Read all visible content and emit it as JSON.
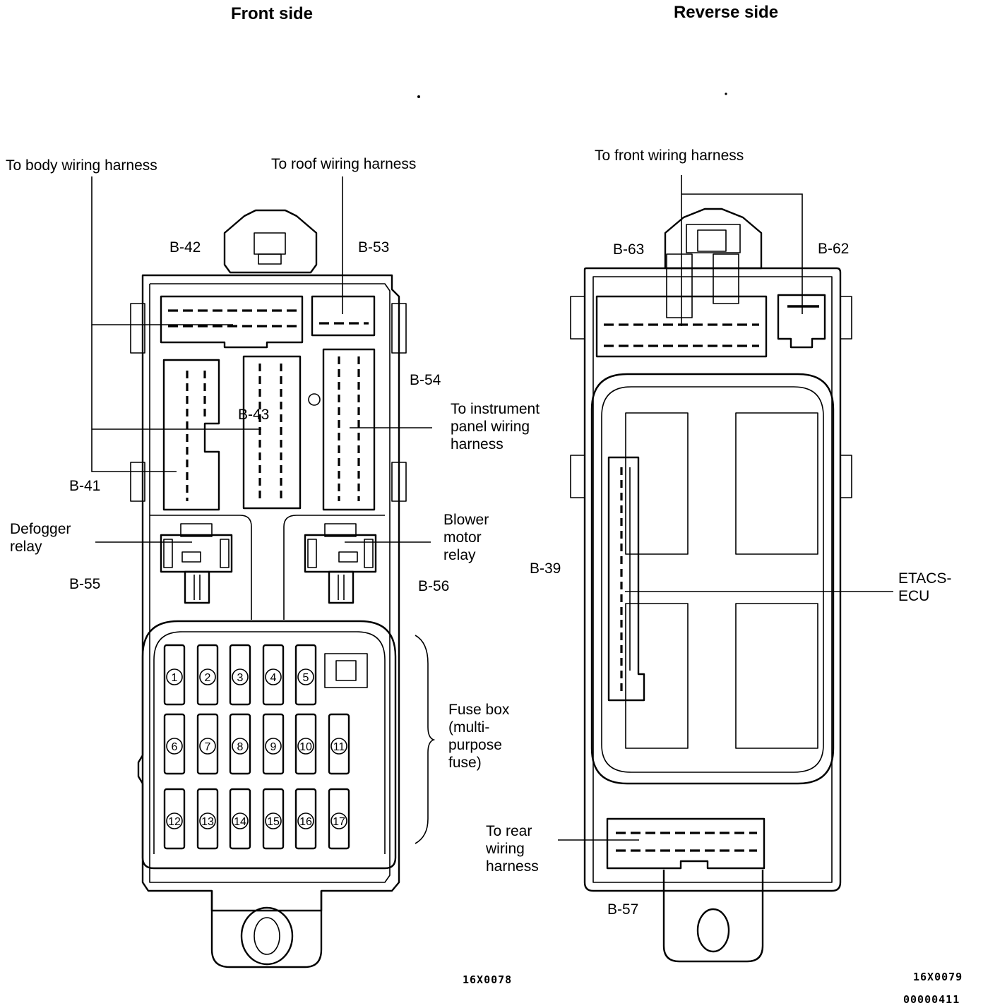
{
  "front": {
    "title": "Front side",
    "labels": {
      "body_harness": "To body wiring harness",
      "roof_harness": "To roof wiring harness",
      "instrument_line1": "To instrument",
      "instrument_line2": "panel   wiring",
      "instrument_line3": "harness",
      "defogger_line1": "Defogger",
      "defogger_line2": "relay",
      "blower_line1": "Blower",
      "blower_line2": "motor",
      "blower_line3": "relay",
      "fusebox_line1": "Fuse box",
      "fusebox_line2": "(multi-",
      "fusebox_line3": "purpose",
      "fusebox_line4": "fuse)"
    },
    "connectors": {
      "b42": "B-42",
      "b53": "B-53",
      "b54": "B-54",
      "b43": "B-43",
      "b41": "B-41",
      "b55": "B-55",
      "b56": "B-56"
    },
    "fuses": [
      "1",
      "2",
      "3",
      "4",
      "5",
      "6",
      "7",
      "8",
      "9",
      "10",
      "11",
      "12",
      "13",
      "14",
      "15",
      "16",
      "17"
    ],
    "figure_code": "16X0078"
  },
  "reverse": {
    "title": "Reverse side",
    "labels": {
      "front_harness": "To front wiring harness",
      "etacs_line1": "ETACS-",
      "etacs_line2": "ECU",
      "rear_line1": "To    rear",
      "rear_line2": "wiring",
      "rear_line3": "harness"
    },
    "connectors": {
      "b63": "B-63",
      "b62": "B-62",
      "b39": "B-39",
      "b57": "B-57"
    },
    "figure_code": "16X0079"
  },
  "page_code": "00000411"
}
